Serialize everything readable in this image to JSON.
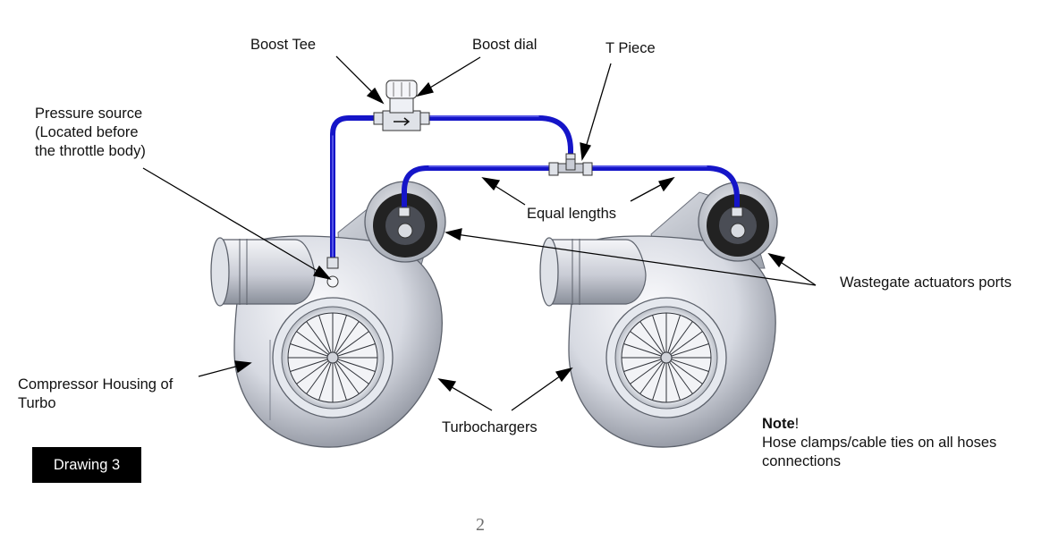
{
  "labels": {
    "boost_tee": "Boost Tee",
    "boost_dial": "Boost dial",
    "t_piece": "T Piece",
    "pressure_source": [
      "Pressure source",
      "(Located before",
      "the throttle body)"
    ],
    "equal_lengths": "Equal lengths",
    "wastegate_ports": "Wastegate actuators ports",
    "compressor_housing": [
      "Compressor Housing of",
      "Turbo"
    ],
    "turbochargers": "Turbochargers",
    "note_title": "Note",
    "note_excl": "!",
    "note_body": [
      "Hose clamps/cable ties on all hoses",
      "connections"
    ]
  },
  "badge": "Drawing 3",
  "page_number": "2",
  "colors": {
    "hose": "#1515c8",
    "hose_highlight": "#6a6af0",
    "metal_light": "#eef0f5",
    "metal_mid": "#b9bec9",
    "metal_dark": "#6c717c",
    "actuator_face": "#222222",
    "leader": "#000000"
  }
}
